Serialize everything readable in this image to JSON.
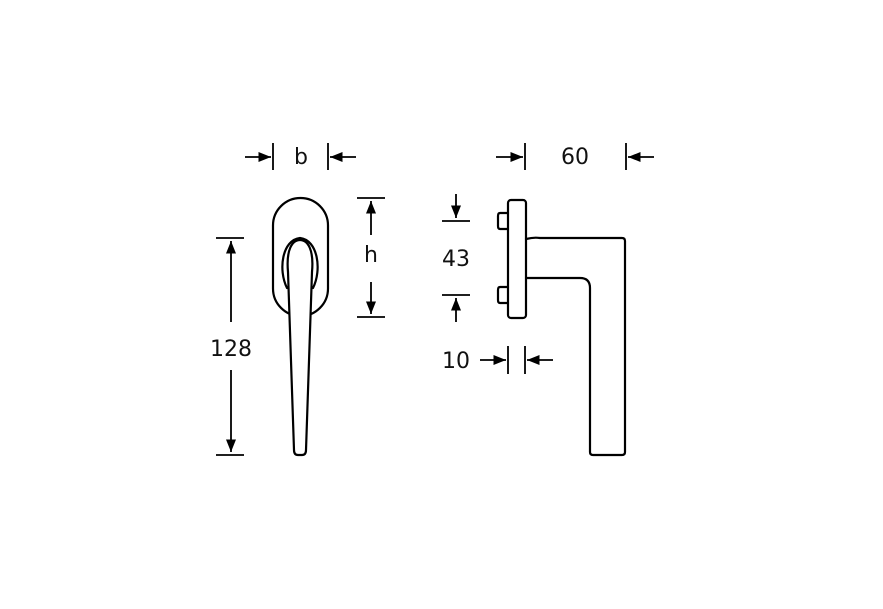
{
  "diagram": {
    "type": "technical-drawing",
    "subject": "window handle dimension drawing",
    "colors": {
      "line": "#000000",
      "text": "#111111",
      "background": "#ffffff"
    },
    "front_view": {
      "dimensions": {
        "width_label": "b",
        "height_label": "h",
        "length_label": "128"
      }
    },
    "side_view": {
      "dimensions": {
        "projection_label": "60",
        "spacing_label": "43",
        "rose_thickness_label": "10"
      }
    }
  }
}
